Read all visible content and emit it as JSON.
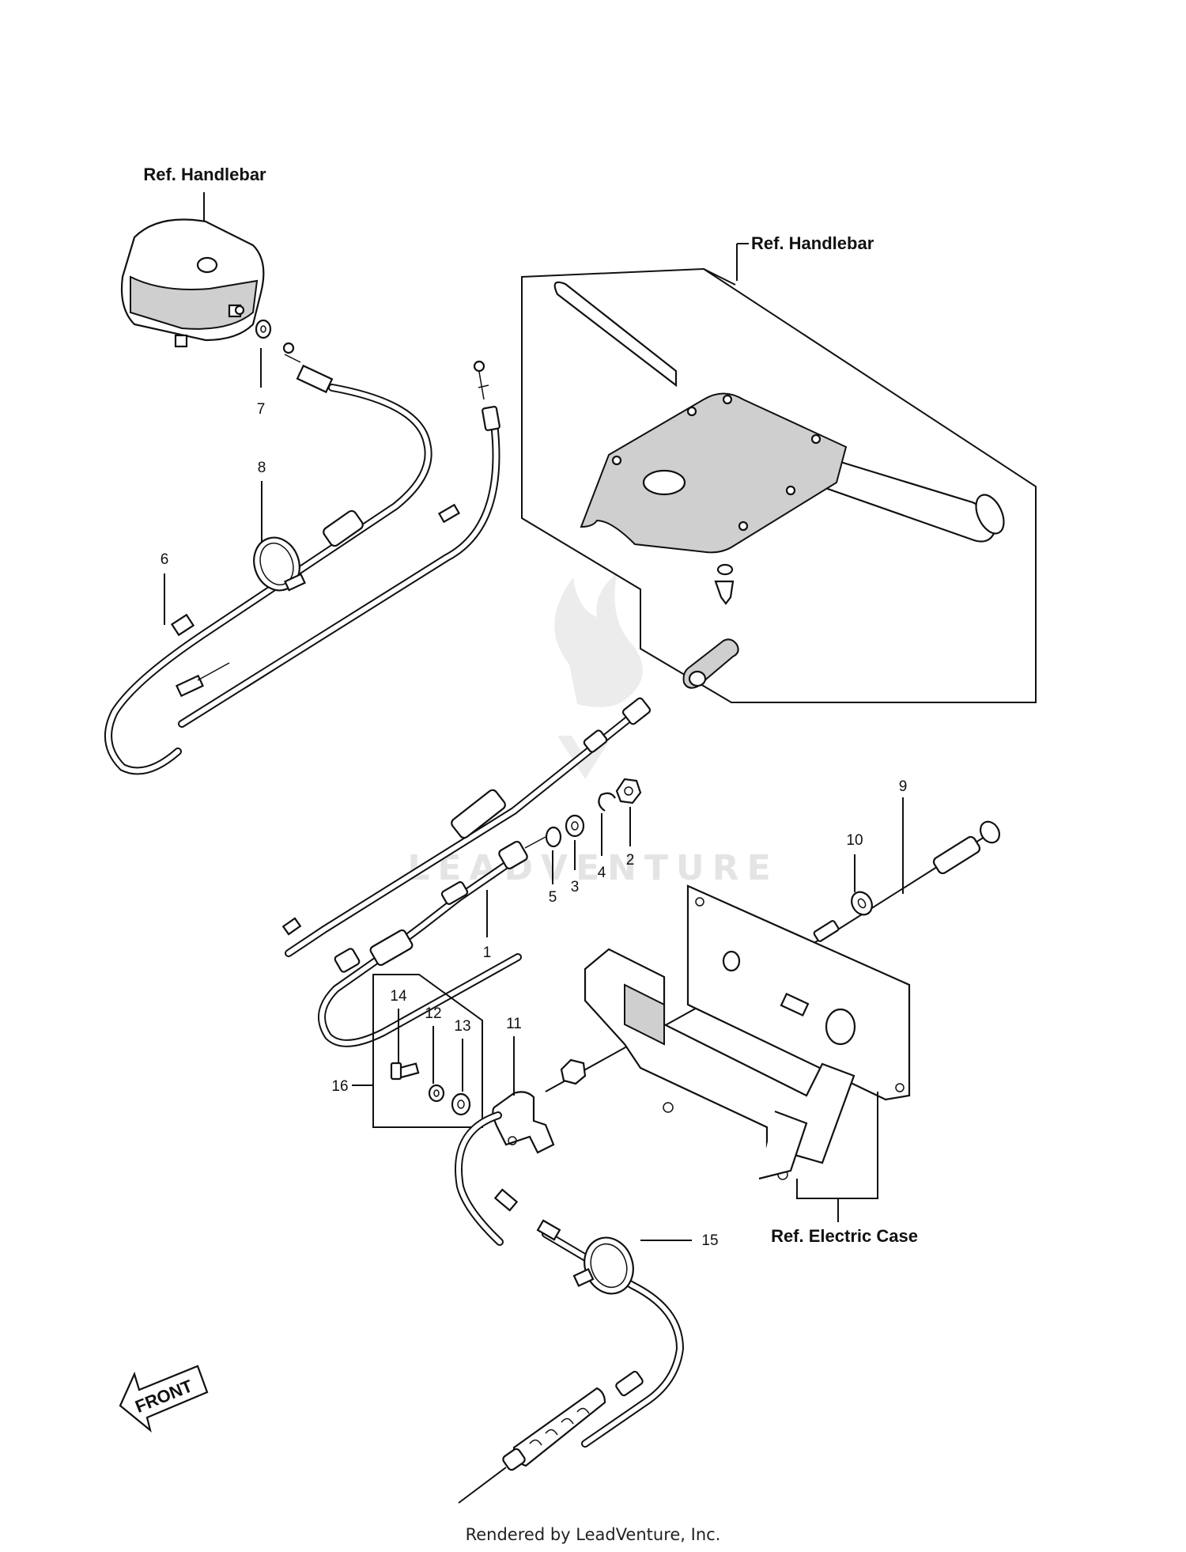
{
  "references": {
    "handlebar_left": "Ref. Handlebar",
    "handlebar_right": "Ref. Handlebar",
    "electric_case": "Ref. Electric Case"
  },
  "callouts": [
    "1",
    "2",
    "3",
    "4",
    "5",
    "6",
    "7",
    "8",
    "9",
    "10",
    "11",
    "12",
    "13",
    "14",
    "15",
    "16"
  ],
  "front_arrow": "FRONT",
  "watermark": "LEADVENTURE",
  "credit": "Rendered by LeadVenture, Inc."
}
